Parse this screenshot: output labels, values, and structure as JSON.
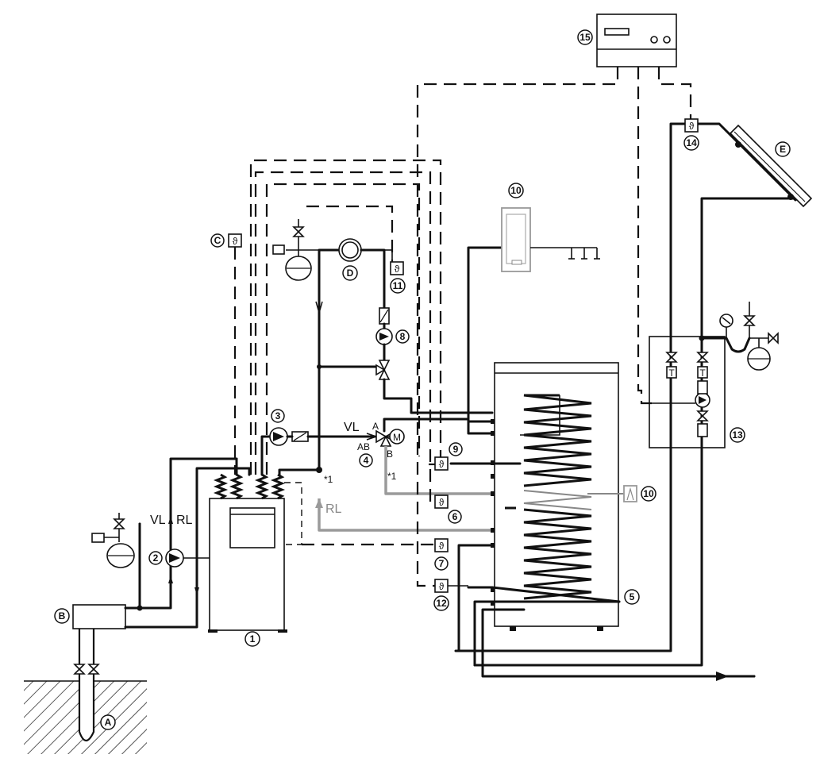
{
  "components": {
    "heat_pump": "1",
    "brine_pump": "2",
    "heating_pump": "3",
    "three_way_valve": "4",
    "storage_tank": "5",
    "sensor_6": "6",
    "sensor_7": "7",
    "pump_8": "8",
    "sensor_9": "9",
    "heater_10": "10",
    "heater_10b": "10",
    "sensor_11": "11",
    "sensor_12": "12",
    "solar_station": "13",
    "collector_sensor": "14",
    "controller": "15"
  },
  "letters": {
    "ground_probe": "A",
    "brine_distributor": "B",
    "outdoor_sensor": "C",
    "heating_circuit": "D",
    "solar_collector": "E"
  },
  "pipe_labels": {
    "vl_left": "VL",
    "rl_left": "RL",
    "vl_main": "VL",
    "rl_main": "RL",
    "port_a": "A",
    "port_ab": "AB",
    "port_b": "B",
    "note_1a": "*1",
    "note_1b": "*1"
  },
  "symbols": {
    "thermometer": "ϑ",
    "motor": "M",
    "temp_gauge": "T"
  },
  "colors": {
    "line": "#111111",
    "secondary_line": "#9a9a9a",
    "background": "#ffffff"
  }
}
